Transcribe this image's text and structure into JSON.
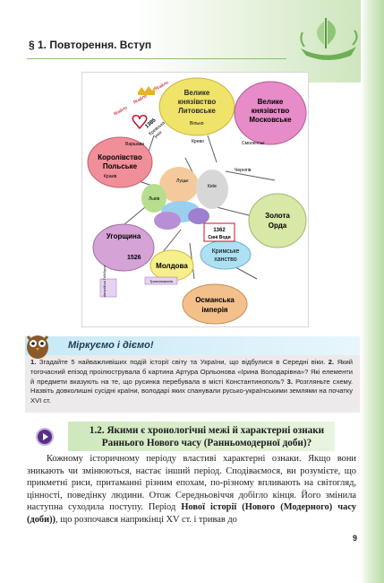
{
  "header": {
    "title": "§ 1. Повторення. Вступ"
  },
  "diagram": {
    "regions": [
      {
        "label_line1": "Велике",
        "label_line2": "князівство",
        "label_line3": "Литовське"
      },
      {
        "label_line1": "Велике",
        "label_line2": "князівство",
        "label_line3": "Московське"
      },
      {
        "label_line1": "Королівство",
        "label_line2": "Польське"
      },
      {
        "label_line1": "Золота",
        "label_line2": "Орда"
      },
      {
        "label_line1": "Угорщина"
      },
      {
        "label_line1": "Молдова"
      },
      {
        "label_line1": "Османська",
        "label_line2": "імперія"
      },
      {
        "label_line1": "Кримське",
        "label_line2": "ханство"
      }
    ],
    "small_labels": [
      "Ягайло",
      "Ягайло",
      "Ягайло",
      "1385",
      "Кревська",
      "унія",
      "Вільно",
      "Кревo",
      "Смоленськ",
      "Чернігів",
      "Київ",
      "Луцьк",
      "Львів",
      "Краків",
      "Варшава",
      "Трансільванія",
      "Австрійські Габсбурги"
    ],
    "badge_1362": {
      "year": "1362",
      "text": "Сині Води"
    },
    "badge_1526": "1526"
  },
  "think": {
    "title": "Міркуємо і діємо!",
    "n1": "1.",
    "t1": " Згадайте 5 найважливіших подій історії світу та України, що відбулися в Середні віки. ",
    "n2": "2.",
    "t2": " Який тогочасний епізод проілюструвала б картина Артура Орльонова «Ірина Володарівна»? Які елементи й предмети вказують на те, що русинка перебувала в місті Константинополь? ",
    "n3": "3.",
    "t3": " Розгляньте схему. Назвіть довколишні сусідні країни, володарі яких спанували русько-українськими землями на початку XVI ст."
  },
  "section": {
    "title_line1": "1.2. Якими є хронологічні межі й характерні ознаки",
    "title_line2": "Раннього Нового часу (Ранньомодерної доби)?"
  },
  "body": {
    "part1": "Кожному історичному періоду властиві характерні ознаки. Якщо вони зникають чи змінюються, настає інший період. Сподіваємося, ви розумієте, що прикметні риси, притаманні різним епохам, по-різному впливають на світогляд, цінності, поведінку людини. Отож Середньовіччя добігло кінця. Його змінила наступна суходила поступу. Період ",
    "bold1": "Нової історії (Нового (Модерного) часу (доби))",
    "part2": ", що розпочався наприкінці XV ст. і тривав до"
  },
  "page_number": "9"
}
